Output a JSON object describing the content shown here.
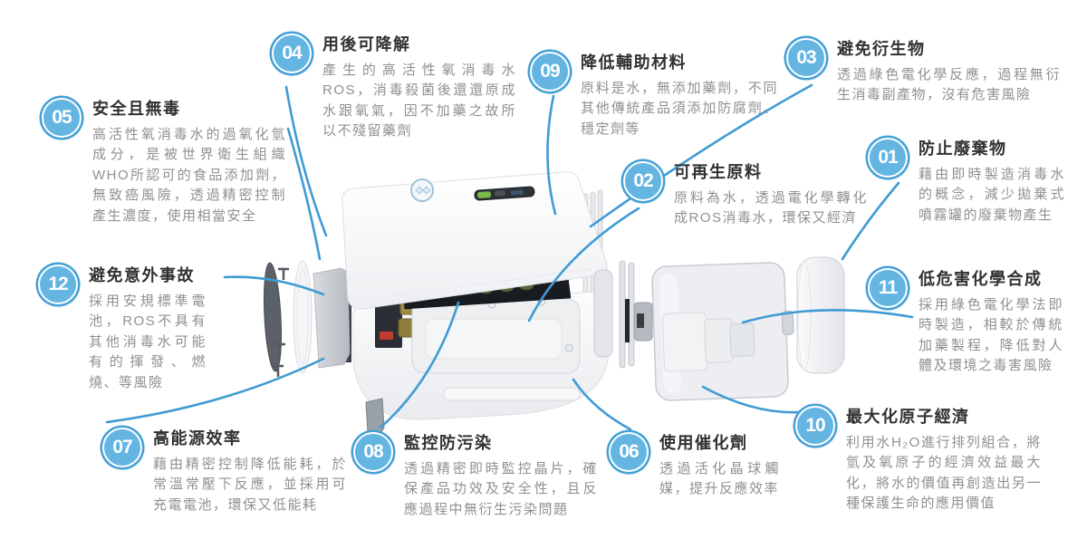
{
  "colors": {
    "badge_fill": "#64b5e2",
    "badge_ring": "#45a0d6",
    "connector_line": "#3f9bd3",
    "title_text": "#2f3133",
    "body_text": "#8f9093",
    "background": "#ffffff"
  },
  "items": [
    {
      "number": "01",
      "title": "防止廢棄物",
      "body": "藉由即時製造消毒水的概念，減少拋棄式噴霧罐的廢棄物產生"
    },
    {
      "number": "02",
      "title": "可再生原料",
      "body": "原料為水，透過電化學轉化成ROS消毒水，環保又經濟"
    },
    {
      "number": "03",
      "title": "避免衍生物",
      "body": "透過綠色電化學反應，過程無衍生消毒副產物，沒有危害風險"
    },
    {
      "number": "04",
      "title": "用後可降解",
      "body": "產生的高活性氧消毒水ROS，消毒殺菌後還還原成水跟氧氣，因不加藥之故所以不殘留藥劑"
    },
    {
      "number": "05",
      "title": "安全且無毒",
      "body": "高活性氧消毒水的過氧化氫成分，是被世界衛生組織WHO所認可的食品添加劑，無致癌風險，透過精密控制產生濃度，使用相當安全"
    },
    {
      "number": "06",
      "title": "使用催化劑",
      "body": "透過活化晶球觸媒，提升反應效率"
    },
    {
      "number": "07",
      "title": "高能源效率",
      "body": "藉由精密控制降低能耗，於常溫常壓下反應，並採用可充電電池，環保又低能耗"
    },
    {
      "number": "08",
      "title": "監控防污染",
      "body": "透過精密即時監控晶片，確保產品功效及安全性，且反應過程中無衍生污染問題"
    },
    {
      "number": "09",
      "title": "降低輔助材料",
      "body": "原料是水，無添加藥劑，不同其他傳統產品須添加防腐劑、穩定劑等"
    },
    {
      "number": "10",
      "title": "最大化原子經濟",
      "body": "利用水H₂O進行排列組合，將氫及氧原子的經濟效益最大化，將水的價值再創造出另一種保護生命的應用價值"
    },
    {
      "number": "11",
      "title": "低危害化學合成",
      "body": "採用綠色電化學法即時製造，相較於傳統加藥製程，降低對人體及環境之毒害風險"
    },
    {
      "number": "12",
      "title": "避免意外事故",
      "body": "採用安規標準電池，ROS不具有其他消毒水可能有的揮發、燃燒、等風險"
    }
  ]
}
